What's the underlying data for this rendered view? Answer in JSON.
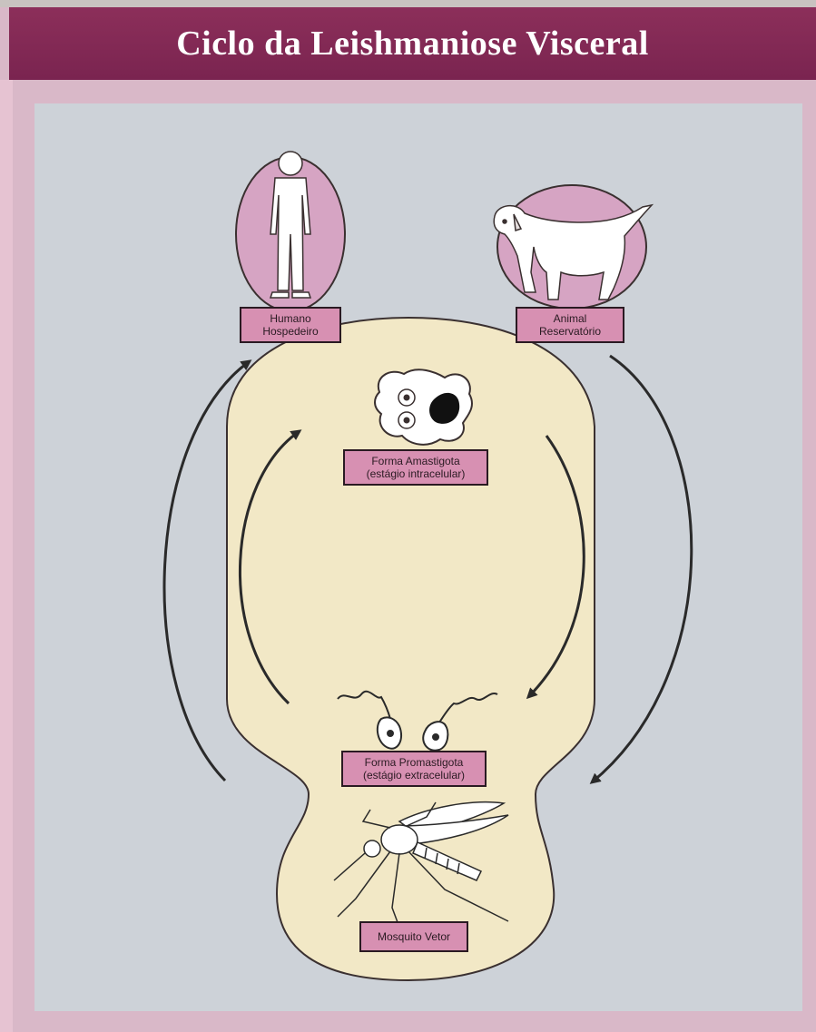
{
  "title": "Ciclo da Leishmaniose Visceral",
  "nodes": {
    "human": [
      "Humano",
      "Hospedeiro"
    ],
    "animal": [
      "Animal",
      "Reservatório"
    ],
    "amastigote": [
      "Forma Amastigota",
      "(estágio intracelular)"
    ],
    "promastigote": [
      "Forma Promastigota",
      "(estágio extracelular)"
    ],
    "vector": [
      "Mosquito Vetor"
    ]
  },
  "icons": {
    "human": "human-figure-icon",
    "animal": "dog-icon",
    "amastigote": "amastigote-cell-icon",
    "promastigote": "promastigote-flagellate-icon",
    "vector": "mosquito-icon"
  },
  "colors": {
    "title_bar": "#7a2450",
    "label_fill": "#d790b2",
    "oval_fill": "#d6a4c3",
    "vector_body_fill": "#f2e8c6",
    "panel": "#cdd2d8"
  }
}
